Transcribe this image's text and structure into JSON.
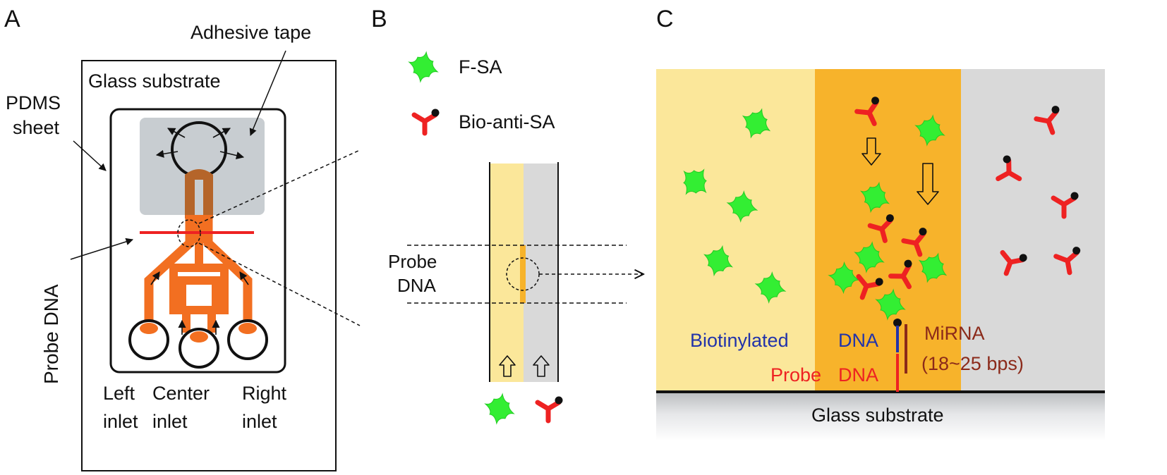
{
  "panels": {
    "a": {
      "letter": "A",
      "adhesive_tape": "Adhesive tape",
      "glass_substrate": "Glass substrate",
      "pdms_line1": "PDMS",
      "pdms_line2": "sheet",
      "probe_dna": "Probe DNA",
      "left_inlet": [
        "Left",
        "inlet"
      ],
      "center_inlet": [
        "Center",
        "inlet"
      ],
      "right_inlet": [
        "Right",
        "inlet"
      ]
    },
    "b": {
      "letter": "B",
      "legend_fsa": "F-SA",
      "legend_bio": "Bio-anti-SA",
      "probe_line1": "Probe",
      "probe_line2": "DNA"
    },
    "c": {
      "letter": "C",
      "biotinylated_word1": "Biotinylated",
      "biotinylated_word2": "DNA",
      "probe_word1": "Probe",
      "probe_word2": "DNA",
      "mirna_line1": "MiRNA",
      "mirna_line2": "(18~25 bps)",
      "glass_substrate": "Glass substrate"
    }
  },
  "colors": {
    "green": "#33ee33",
    "red": "#ee2222",
    "orange_channel": "#f26f21",
    "brown_channel": "#b5652a",
    "light_yellow": "#fbe79a",
    "orange_stream": "#f7b32b",
    "gray_stream": "#d9d9d9",
    "tape_gray": "#c8cdd1",
    "blue_text": "#2233aa",
    "red_text": "#ee2222",
    "brown_text": "#8b2a1a"
  }
}
